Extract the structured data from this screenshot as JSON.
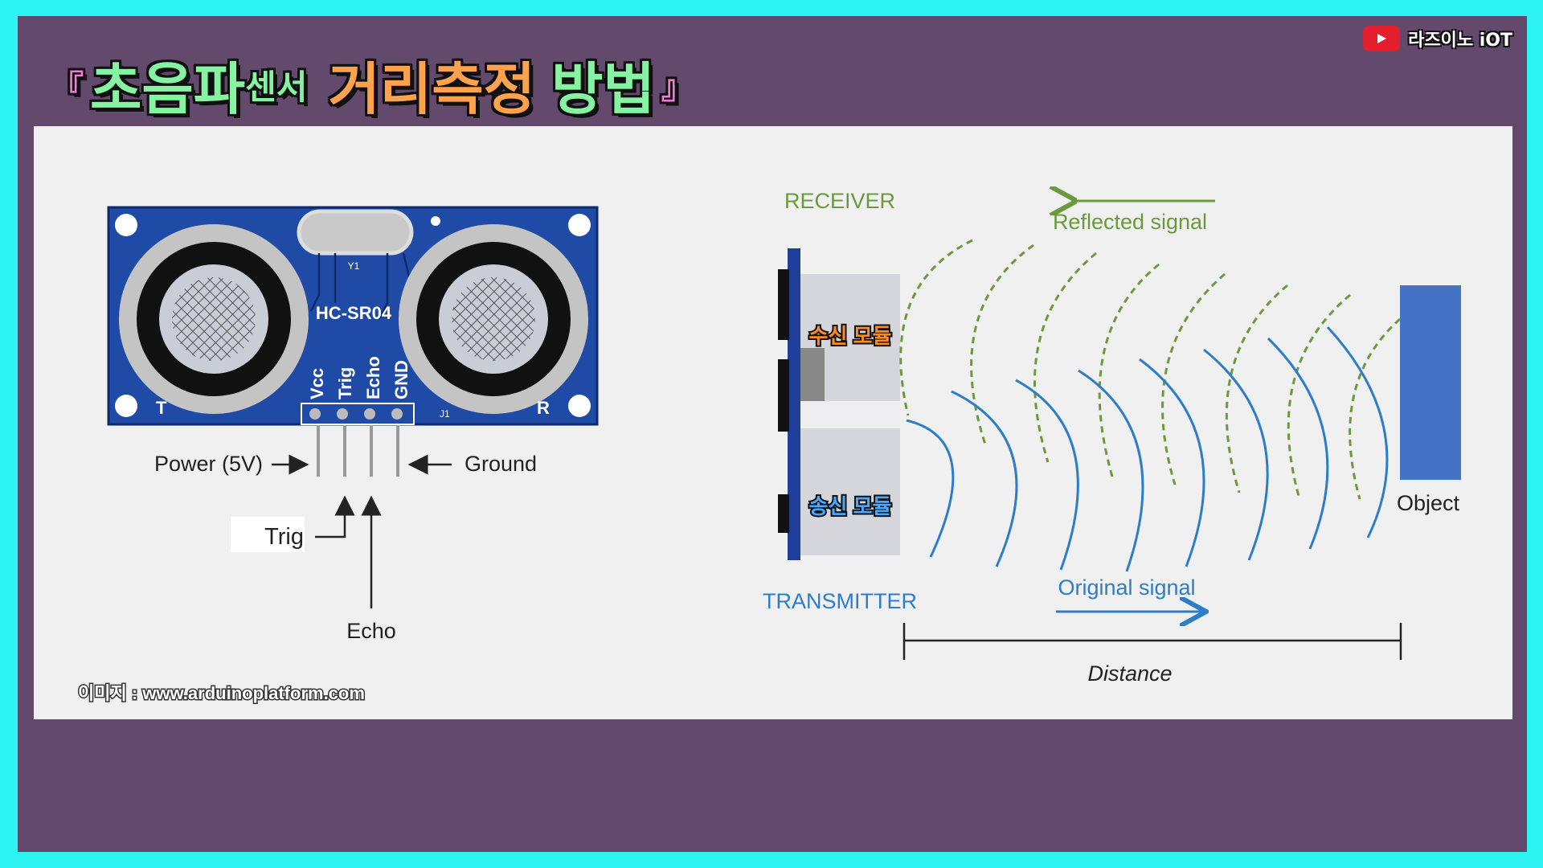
{
  "header": {
    "bracket_open": "『",
    "title_part1": "초음파",
    "title_part2": "센서",
    "title_part3": "거리측정",
    "title_part4": "방법",
    "bracket_close": "』"
  },
  "brand": {
    "icon": "youtube-play-icon",
    "name": "라즈이노 iOT",
    "color": "#e41e2d"
  },
  "sensor": {
    "board_label": "HC-SR04",
    "crystal_label": "Y1",
    "connector_label": "J1",
    "left_mark": "T",
    "right_mark": "R",
    "pins": [
      "Vcc",
      "Trig",
      "Echo",
      "GND"
    ],
    "power_label": "Power (5V)",
    "ground_label": "Ground",
    "trig_label": "Trig",
    "echo_label": "Echo",
    "board_color": "#1f4aa6"
  },
  "waves": {
    "receiver_label": "RECEIVER",
    "transmitter_label": "TRANSMITTER",
    "receiver_module": "수신 모듈",
    "transmitter_module": "송신 모듈",
    "reflected_label": "Reflected signal",
    "original_label": "Original signal",
    "object_label": "Object",
    "distance_label": "Distance",
    "reflected_color": "#6b9a3c",
    "original_color": "#2e7dc7",
    "object_color": "#4472c4"
  },
  "source": {
    "credit": "이미지 : www.arduinoplatform.com"
  }
}
